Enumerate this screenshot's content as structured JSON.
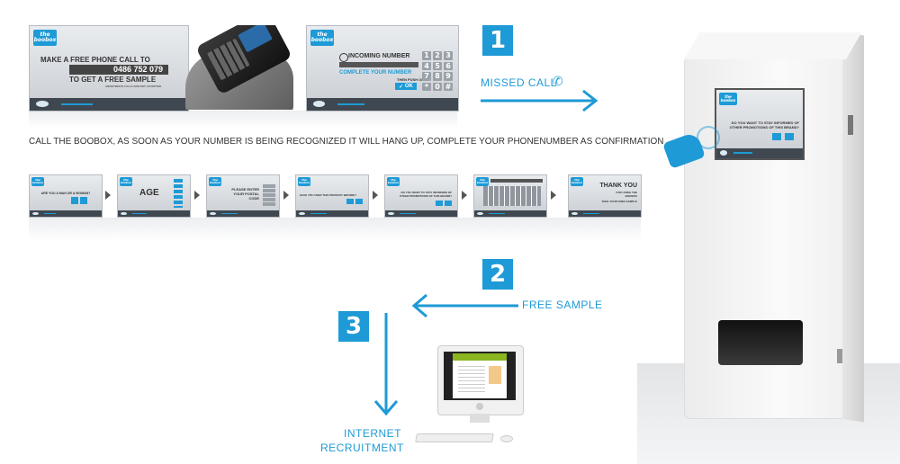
{
  "colors": {
    "accent": "#1e9ad6",
    "dark": "#3f4750"
  },
  "screen1": {
    "logo": "the boobox",
    "line1": "MAKE A FREE PHONE CALL TO",
    "phone": "0486 752 079",
    "line3": "TO GET A FREE SAMPLE",
    "small": "ANONYMOUS CALLS ARE NOT ACCEPTED"
  },
  "screen2": {
    "logo": "the boobox",
    "incoming": "INCOMING NUMBER",
    "complete": "COMPLETE YOUR NUMBER",
    "push": "THEN PUSH OK",
    "ok": "OK",
    "keys": [
      "1",
      "2",
      "3",
      "4",
      "5",
      "6",
      "7",
      "8",
      "9",
      "*",
      "0",
      "#"
    ]
  },
  "step1": {
    "number": "1",
    "label": "MISSED CALL"
  },
  "instruction": "CALL THE BOOBOX, AS SOON AS YOUR NUMBER IS BEING RECOGNIZED IT WILL HANG UP, COMPLETE YOUR PHONENUMBER AS CONFIRMATION",
  "thumbs": [
    {
      "logo": "the boobox",
      "text": "ARE YOU A MAN OR A WOMAN?"
    },
    {
      "logo": "the boobox",
      "text": "AGE"
    },
    {
      "logo": "the boobox",
      "text": "PLEASE ENTER YOUR POSTAL CODE"
    },
    {
      "logo": "the boobox",
      "text": "HAVE YOU USED THIS PRODUCT BEFORE?"
    },
    {
      "logo": "the boobox",
      "text": "DO YOU WANT TO STAY INFORMED OF OTHER PROMOTIONS OF THIS BRAND?"
    },
    {
      "logo": "the boobox",
      "text": ""
    },
    {
      "logo": "the boobox",
      "text": "THANK YOU",
      "sub": "FOR USING THE BOOBOX",
      "sub2": "TAKE YOUR FREE SAMPLE"
    }
  ],
  "step2": {
    "number": "2",
    "label": "FREE SAMPLE"
  },
  "step3": {
    "number": "3",
    "label_line1": "INTERNET",
    "label_line2": "RECRUITMENT"
  },
  "machine": {
    "logo": "the boobox",
    "question": "DO YOU WANT TO STAY INFORMED OF OTHER PROMOTIONS OF THIS BRAND?"
  }
}
